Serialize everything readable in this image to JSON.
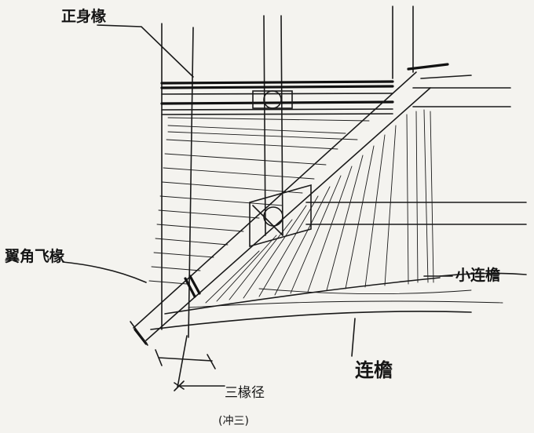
{
  "labels": {
    "top_rafter": "正身椽",
    "corner_rafter": "翼角飞椽",
    "small_eave": "小连檐",
    "eave": "连檐",
    "dimension": "三椽径",
    "dimension_note": "(冲三)"
  },
  "colors": {
    "paper": "#f4f3ef",
    "ink": "#1a1a1a"
  }
}
